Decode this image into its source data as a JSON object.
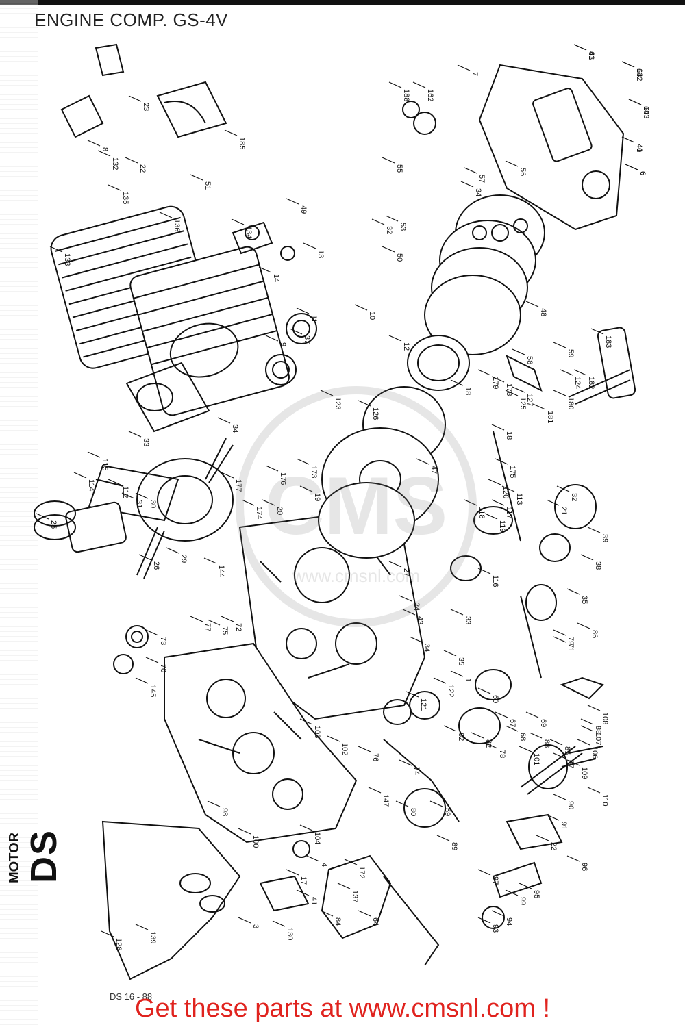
{
  "header": {
    "title": "ENGINE COMP. GS-4V"
  },
  "side_label": {
    "small": "MOTOR",
    "big": "DS"
  },
  "drawing_code": "DS 16 - 88",
  "footer": {
    "cta": "Get these parts at www.cmsnl.com !"
  },
  "watermark": {
    "text": "CMS",
    "site": "www.cmsnl.com"
  },
  "callouts": [
    "43",
    "142",
    "143",
    "41",
    "6",
    "188",
    "162",
    "7",
    "55",
    "57",
    "56",
    "34",
    "32",
    "53",
    "50",
    "49",
    "51",
    "185",
    "23",
    "22",
    "8",
    "132",
    "135",
    "136",
    "134",
    "133",
    "14",
    "13",
    "11",
    "9",
    "37",
    "33",
    "34",
    "10",
    "12",
    "18",
    "48",
    "58",
    "59",
    "124",
    "180",
    "183",
    "182",
    "179",
    "178",
    "125",
    "127",
    "181",
    "126",
    "123",
    "173",
    "47",
    "176",
    "177",
    "174",
    "20",
    "19",
    "18",
    "175",
    "113",
    "120",
    "117",
    "118",
    "119",
    "116",
    "115",
    "114",
    "112",
    "31",
    "30",
    "29",
    "26",
    "25",
    "27",
    "24",
    "32",
    "21",
    "39",
    "38",
    "35",
    "86",
    "79",
    "71",
    "77",
    "75",
    "72",
    "73",
    "70",
    "145",
    "144",
    "43",
    "34",
    "33",
    "35",
    "1",
    "122",
    "121",
    "60",
    "67",
    "68",
    "62",
    "82",
    "78",
    "74",
    "76",
    "147",
    "80",
    "59",
    "89",
    "69",
    "83",
    "85",
    "87",
    "88",
    "106",
    "107",
    "108",
    "109",
    "110",
    "90",
    "91",
    "22",
    "96",
    "97",
    "99",
    "95",
    "94",
    "93",
    "101",
    "103",
    "102",
    "100",
    "98",
    "104",
    "4",
    "41",
    "3",
    "130",
    "84",
    "64",
    "137",
    "172",
    "17",
    "128",
    "139",
    "61",
    "63",
    "65",
    "40",
    "6"
  ]
}
